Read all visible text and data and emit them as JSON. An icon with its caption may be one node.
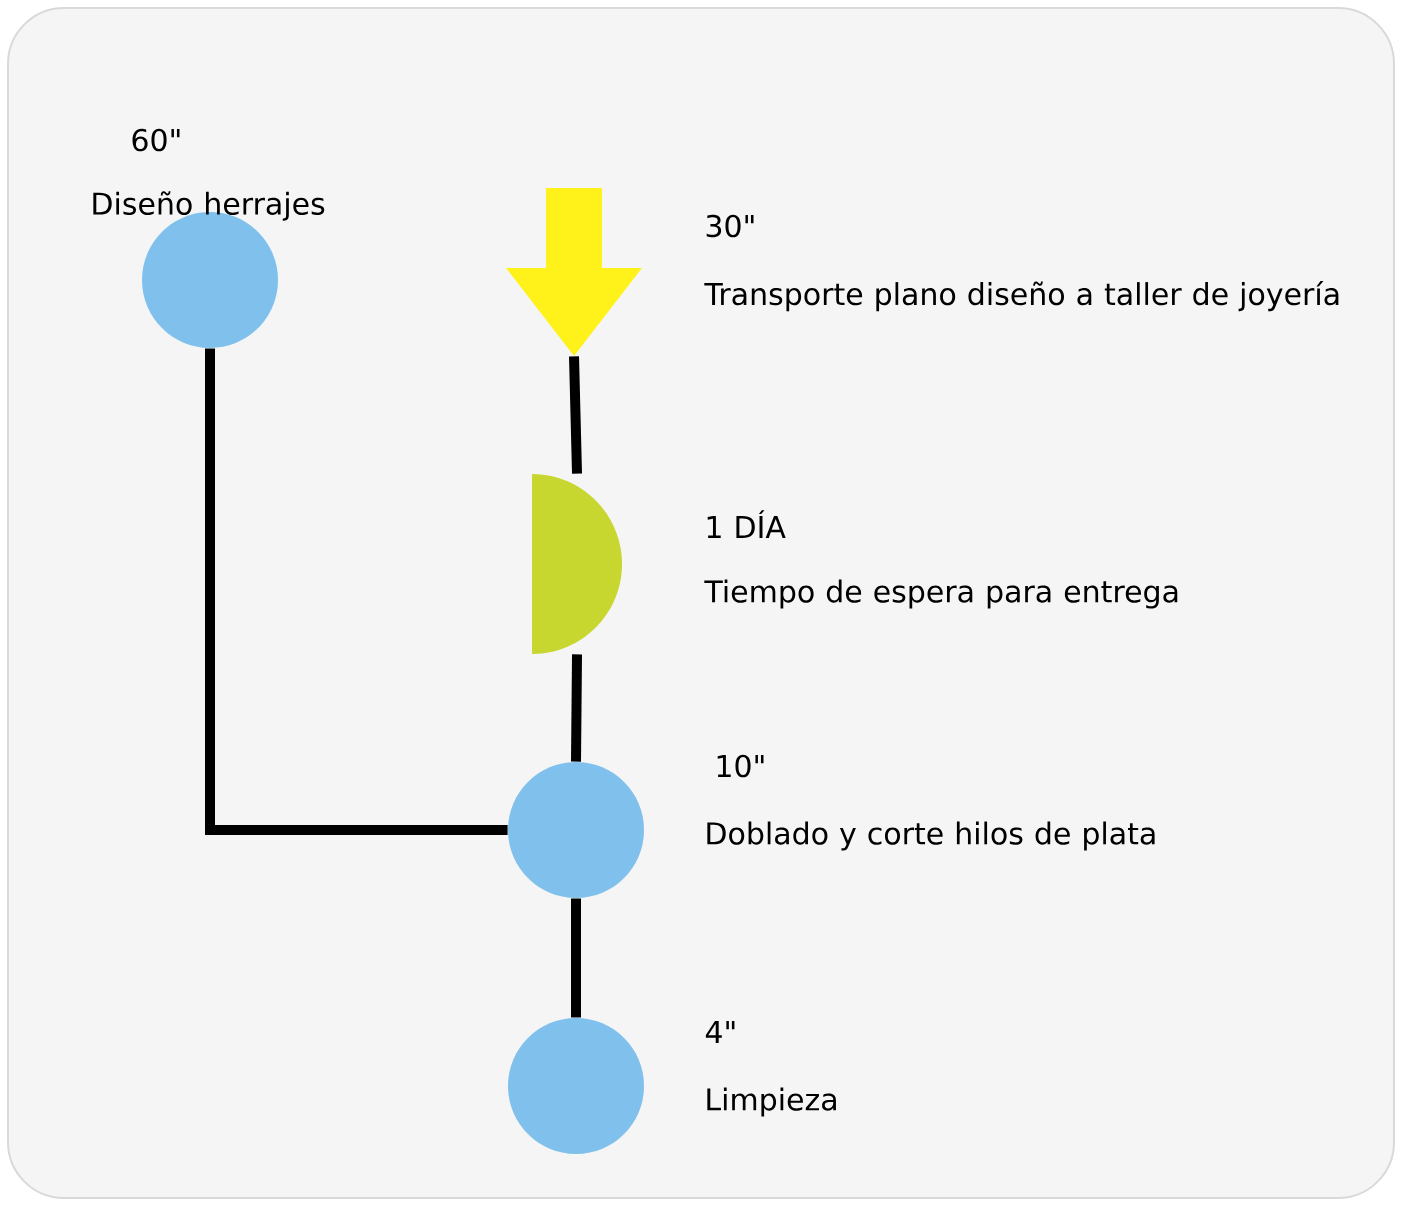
{
  "diagram": {
    "nodes": [
      {
        "text": [],
        "shape": "circle",
        "beside": [
          "60\"",
          "Diseño herrajes"
        ]
      },
      {
        "text": [],
        "shape": "arrow",
        "beside": [
          "30\"",
          "Transporte plano diseño a taller de joyería"
        ]
      },
      {
        "text": [],
        "shape": "semicircle",
        "beside": [
          "1 DÍA",
          "Tiempo de espera para entrega"
        ]
      },
      {
        "text": [],
        "shape": "circle",
        "beside": [
          "10\"",
          "Doblado y corte hilos de plata"
        ]
      },
      {
        "text": [],
        "shape": "circle",
        "beside": [
          "4\"",
          "Limpieza"
        ]
      }
    ],
    "edges": [
      {
        "from": 0,
        "to": 3,
        "arrow": "none"
      },
      {
        "from": 1,
        "to": 2,
        "arrow": "none"
      },
      {
        "from": 2,
        "to": 3,
        "arrow": "none"
      },
      {
        "from": 3,
        "to": 4,
        "arrow": "none"
      }
    ]
  }
}
